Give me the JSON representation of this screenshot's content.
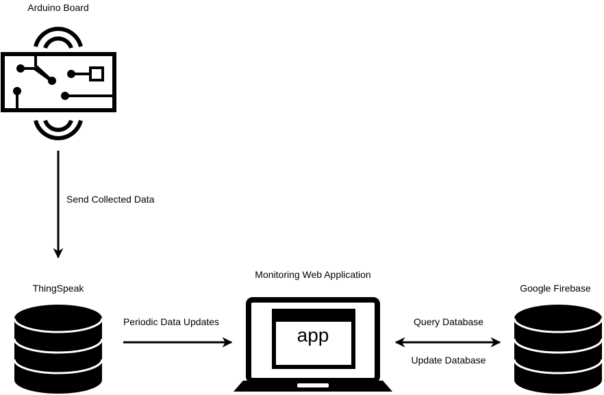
{
  "nodes": {
    "arduino": {
      "label": "Arduino Board",
      "icon": "circuit-board-wireless-icon"
    },
    "thingspeak": {
      "label": "ThingSpeak",
      "icon": "database-icon"
    },
    "webapp": {
      "label": "Monitoring Web Application",
      "icon": "laptop-icon",
      "screen_text": "app"
    },
    "firebase": {
      "label": "Google Firebase",
      "icon": "database-icon"
    }
  },
  "edges": {
    "arduino_to_thingspeak": "Send Collected Data",
    "thingspeak_to_webapp": "Periodic Data Updates",
    "webapp_firebase_query": "Query Database",
    "webapp_firebase_update": "Update Database"
  },
  "colors": {
    "stroke": "#000000",
    "background": "#ffffff"
  }
}
